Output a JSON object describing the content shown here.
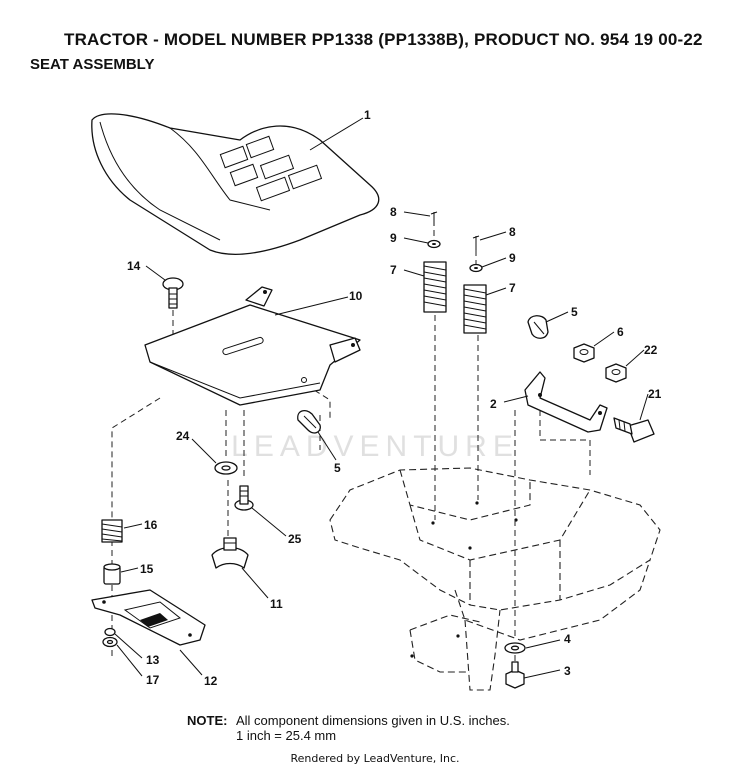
{
  "header": {
    "title": "TRACTOR - MODEL NUMBER PP1338 (PP1338B), PRODUCT NO. 954 19 00-22",
    "subtitle": "SEAT ASSEMBLY"
  },
  "callouts": {
    "c1": "1",
    "c2": "2",
    "c3": "3",
    "c4": "4",
    "c5a": "5",
    "c5b": "5",
    "c6": "6",
    "c7a": "7",
    "c7b": "7",
    "c8a": "8",
    "c8b": "8",
    "c9a": "9",
    "c9b": "9",
    "c10": "10",
    "c11": "11",
    "c12": "12",
    "c13": "13",
    "c14": "14",
    "c15": "15",
    "c16": "16",
    "c17": "17",
    "c21": "21",
    "c22": "22",
    "c24": "24",
    "c25": "25"
  },
  "note": {
    "label": "NOTE:",
    "line1": "All component dimensions given in U.S. inches.",
    "line2": "1 inch = 25.4 mm"
  },
  "watermark": "LEADVENTURE",
  "footer": "Rendered by LeadVenture, Inc.",
  "colors": {
    "ink": "#111111",
    "background": "#ffffff",
    "watermark": "#c8c8c8"
  }
}
